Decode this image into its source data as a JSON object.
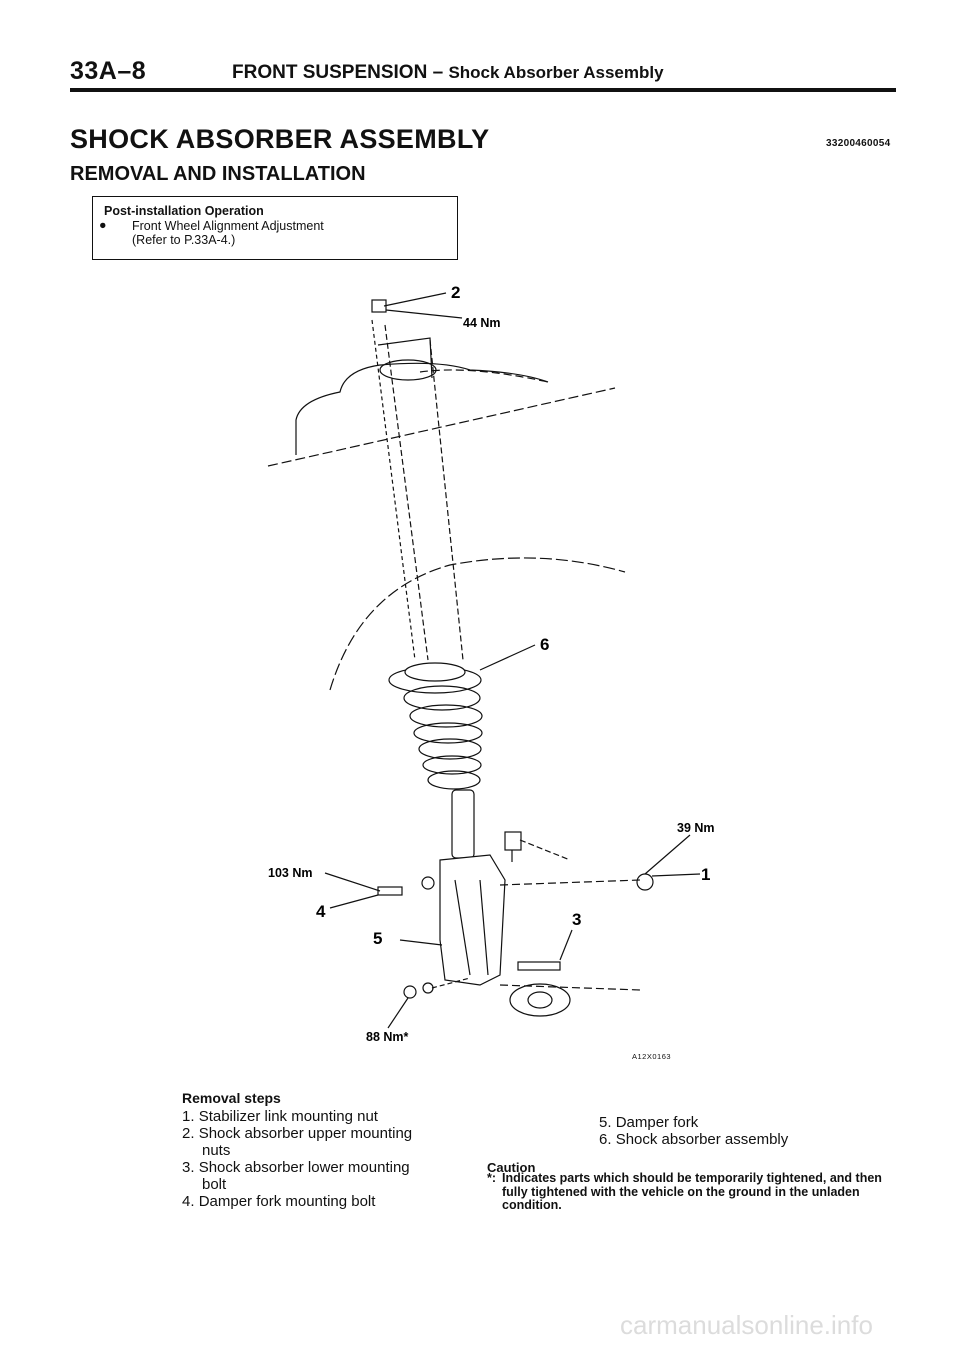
{
  "header": {
    "page_code": "33A–8",
    "section": "FRONT SUSPENSION",
    "separator": "–",
    "subsection": "Shock Absorber Assembly"
  },
  "title": "SHOCK ABSORBER ASSEMBLY",
  "doc_number": "33200460054",
  "subtitle": "REMOVAL AND INSTALLATION",
  "post_installation": {
    "title": "Post-installation Operation",
    "bullet": "●",
    "item": "Front Wheel Alignment Adjustment",
    "reference": "(Refer to P.33A-4.)"
  },
  "diagram": {
    "figure_id": "A12X0163",
    "callouts": {
      "torque_2": "44 Nm",
      "torque_1": "39 Nm",
      "torque_4": "103 Nm",
      "torque_nut": "88 Nm*"
    },
    "part_numbers": [
      "1",
      "2",
      "3",
      "4",
      "5",
      "6"
    ]
  },
  "removal_steps": {
    "title": "Removal steps",
    "left": [
      {
        "num": "1.",
        "lines": [
          "Stabilizer link mounting nut"
        ]
      },
      {
        "num": "2.",
        "lines": [
          "Shock absorber upper mounting",
          "nuts"
        ]
      },
      {
        "num": "3.",
        "lines": [
          "Shock absorber lower mounting",
          "bolt"
        ]
      },
      {
        "num": "4.",
        "lines": [
          "Damper fork mounting bolt"
        ]
      }
    ],
    "right": [
      {
        "num": "5.",
        "lines": [
          "Damper fork"
        ]
      },
      {
        "num": "6.",
        "lines": [
          "Shock absorber assembly"
        ]
      }
    ]
  },
  "caution": {
    "title": "Caution",
    "mark": "*:",
    "text": "Indicates parts which should be temporarily tightened, and then fully tightened with the vehicle on the ground in the unladen condition."
  },
  "watermark": "carmanualsonline.info"
}
